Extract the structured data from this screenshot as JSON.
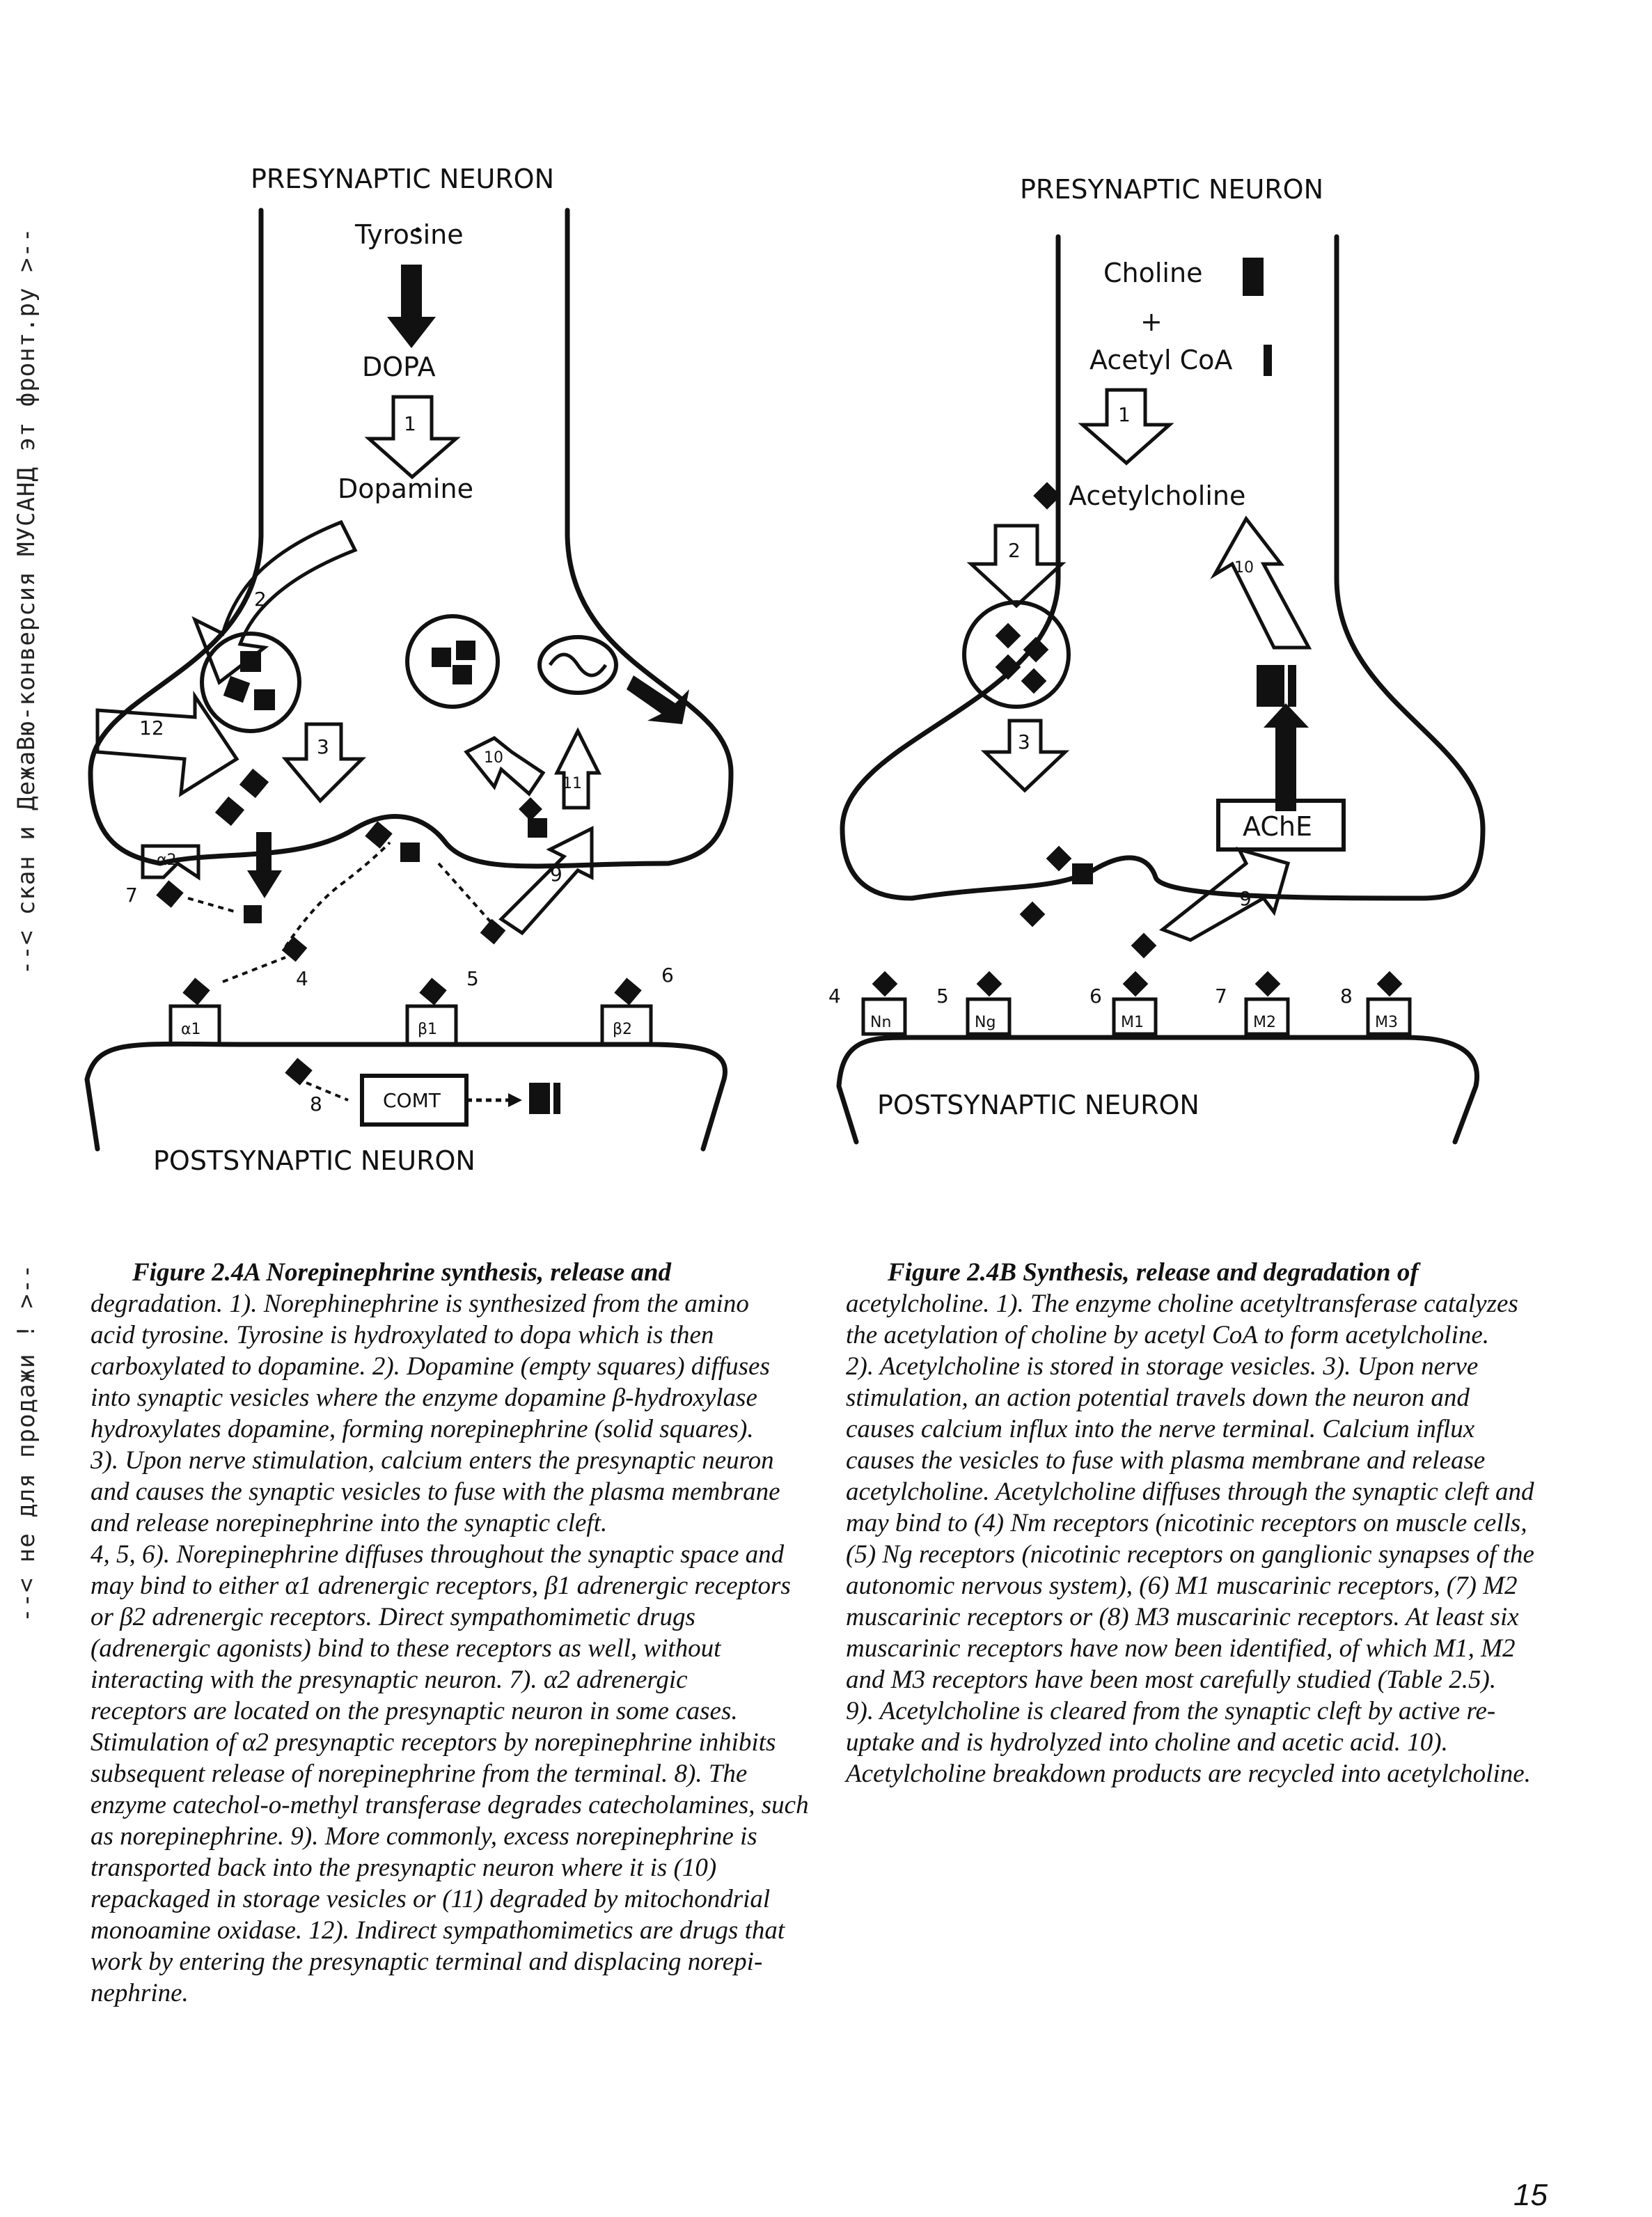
{
  "side_note": {
    "part1": "--< скан и ДежаВю-конверсия МУСАНД эт фронт.ру >--",
    "part2": "--< не для продажи ! >--"
  },
  "fig_a": {
    "top_label": "PRESYNAPTIC NEURON",
    "bottom_label": "POSTSYNAPTIC NEURON",
    "tyrosine": "Tyrosine",
    "dopa": "DOPA",
    "dopamine": "Dopamine",
    "comt": "COMT",
    "nums": {
      "n1": "1",
      "n2": "2",
      "n3": "3",
      "n4": "4",
      "n5": "5",
      "n6": "6",
      "n7": "7",
      "n8": "8",
      "n9": "9",
      "n10": "10",
      "n11": "11",
      "n12": "12"
    },
    "receptors": {
      "a1": "α1",
      "b1": "β1",
      "b2": "β2",
      "a2": "α2"
    }
  },
  "fig_b": {
    "top_label": "PRESYNAPTIC NEURON",
    "bottom_label": "POSTSYNAPTIC NEURON",
    "choline": "Choline",
    "plus": "+",
    "acetyl_coa": "Acetyl CoA",
    "acetylcholine": "Acetylcholine",
    "ache": "AChE",
    "nums": {
      "n1": "1",
      "n2": "2",
      "n3": "3",
      "n4": "4",
      "n5": "5",
      "n6": "6",
      "n7": "7",
      "n8": "8",
      "n9": "9",
      "n10": "10"
    },
    "receptors": {
      "nn": "Nn",
      "ng": "Ng",
      "m1": "M1",
      "m2": "M2",
      "m3": "M3"
    }
  },
  "caption_a": {
    "title": "Figure 2.4A Norepinephrine synthesis, release and degradation.",
    "lines": [
      "Figure 2.4A Norepinephrine synthesis, release and",
      "degradation. 1). Norephinephrine is synthesized from the amino",
      "acid tyrosine. Tyrosine is hydroxylated to dopa which is then",
      "carboxylated to dopamine. 2). Dopamine (empty squares) diffuses",
      "into synaptic vesicles where the enzyme dopamine β-hydroxylase",
      "hydroxylates dopamine, forming norepinephrine (solid squares).",
      "3). Upon nerve stimulation, calcium enters the presynaptic neuron",
      "and causes the synaptic vesicles to fuse with the plasma membrane",
      "and release norepinephrine into the synaptic cleft.",
      "4, 5, 6). Norepinephrine diffuses throughout the synaptic space and",
      "may bind to either α1 adrenergic receptors, β1 adrenergic receptors",
      "or β2 adrenergic receptors. Direct sympathomimetic drugs",
      "(adrenergic agonists) bind to these receptors as well, without",
      "interacting with the presynaptic neuron. 7). α2 adrenergic",
      "receptors are located on the presynaptic neuron in some cases.",
      "Stimulation of α2 presynaptic receptors by norepinephrine inhibits",
      "subsequent release of norepinephrine from the terminal. 8). The",
      "enzyme catechol-o-methyl transferase degrades catecholamines, such",
      "as norepinephrine. 9). More commonly, excess norepinephrine is",
      "transported back into the presynaptic neuron where it is (10)",
      "repackaged in storage vesicles or (11) degraded by mitochondrial",
      "monoamine oxidase. 12). Indirect sympathomimetics are drugs that",
      "work by entering the presynaptic terminal and displacing norepi-",
      "nephrine."
    ]
  },
  "caption_b": {
    "lines": [
      "Figure 2.4B Synthesis, release and degradation of",
      "acetylcholine. 1). The enzyme choline acetyltransferase catalyzes",
      "the acetylation of choline by acetyl CoA to form acetylcholine.",
      "2). Acetylcholine is stored in storage vesicles. 3). Upon nerve",
      "stimulation, an action potential travels down the neuron and",
      "causes calcium influx into the nerve terminal. Calcium influx",
      "causes the vesicles to fuse with plasma membrane and release",
      "acetylcholine. Acetylcholine diffuses through the synaptic cleft and",
      "may bind to (4) Nm receptors (nicotinic receptors on muscle cells,",
      "(5) Ng receptors (nicotinic receptors on ganglionic synapses of the",
      "autonomic nervous system), (6) M1 muscarinic receptors, (7) M2",
      "muscarinic receptors or (8) M3 muscarinic receptors. At least six",
      "muscarinic receptors have now been identified, of which M1, M2",
      "and M3 receptors have been most carefully studied (Table 2.5).",
      "9). Acetylcholine is cleared from the synaptic cleft by active re-",
      "uptake and is hydrolyzed into choline and acetic acid. 10).",
      "Acetylcholine breakdown products are recycled into acetylcholine."
    ]
  },
  "page_number": "15"
}
